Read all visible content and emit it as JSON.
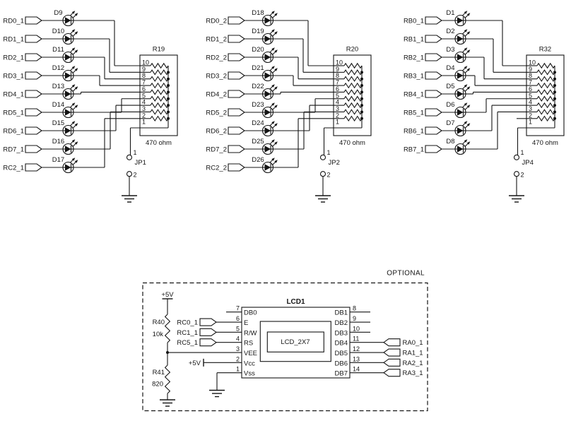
{
  "page": {
    "background": "#ffffff",
    "ink": "#151515"
  },
  "resistor_pin_labels": [
    "10",
    "9",
    "8",
    "7",
    "6",
    "5",
    "4",
    "3",
    "2",
    "1"
  ],
  "banks": [
    {
      "ref": "R19",
      "value": "470 ohm",
      "jumper": {
        "ref": "JP1",
        "pin1": "1",
        "pin2": "2"
      },
      "rows": [
        {
          "input": "RD0_1",
          "led": "D9"
        },
        {
          "input": "RD1_1",
          "led": "D10"
        },
        {
          "input": "RD2_1",
          "led": "D11"
        },
        {
          "input": "RD3_1",
          "led": "D12"
        },
        {
          "input": "RD4_1",
          "led": "D13"
        },
        {
          "input": "RD5_1",
          "led": "D14"
        },
        {
          "input": "RD6_1",
          "led": "D15"
        },
        {
          "input": "RD7_1",
          "led": "D16"
        },
        {
          "input": "RC2_1",
          "led": "D17"
        }
      ]
    },
    {
      "ref": "R20",
      "value": "470 ohm",
      "jumper": {
        "ref": "JP2",
        "pin1": "1",
        "pin2": "2"
      },
      "rows": [
        {
          "input": "RD0_2",
          "led": "D18"
        },
        {
          "input": "RD1_2",
          "led": "D19"
        },
        {
          "input": "RD2_2",
          "led": "D20"
        },
        {
          "input": "RD3_2",
          "led": "D21"
        },
        {
          "input": "RD4_2",
          "led": "D22"
        },
        {
          "input": "RD5_2",
          "led": "D23"
        },
        {
          "input": "RD6_2",
          "led": "D24"
        },
        {
          "input": "RD7_2",
          "led": "D25"
        },
        {
          "input": "RC2_2",
          "led": "D26"
        }
      ]
    },
    {
      "ref": "R32",
      "value": "470 ohm",
      "jumper": {
        "ref": "JP4",
        "pin1": "1",
        "pin2": "2"
      },
      "unconnected_pin": "2",
      "rows": [
        {
          "input": "RB0_1",
          "led": "D1"
        },
        {
          "input": "RB1_1",
          "led": "D2"
        },
        {
          "input": "RB2_1",
          "led": "D3"
        },
        {
          "input": "RB3_1",
          "led": "D4"
        },
        {
          "input": "RB4_1",
          "led": "D5"
        },
        {
          "input": "RB5_1",
          "led": "D6"
        },
        {
          "input": "RB6_1",
          "led": "D7"
        },
        {
          "input": "RB7_1",
          "led": "D8"
        }
      ]
    }
  ],
  "lcd_section": {
    "label": "OPTIONAL",
    "ic": {
      "ref": "LCD1",
      "part": "LCD_2X7"
    },
    "top_supply": "+5V",
    "vcc_supply": "+5V",
    "pullup": {
      "ref": "R40",
      "value": "10k"
    },
    "pulldown": {
      "ref": "R41",
      "value": "820"
    },
    "left_pins": [
      {
        "num": "7",
        "name": "DB0"
      },
      {
        "num": "6",
        "name": "E",
        "input": "RC0_1"
      },
      {
        "num": "5",
        "name": "R/W",
        "input": "RC1_1"
      },
      {
        "num": "4",
        "name": "RS",
        "input": "RC5_1"
      },
      {
        "num": "3",
        "name": "VEE"
      },
      {
        "num": "2",
        "name": "Vcc"
      },
      {
        "num": "1",
        "name": "Vss"
      }
    ],
    "right_pins": [
      {
        "num": "8",
        "name": "DB1"
      },
      {
        "num": "9",
        "name": "DB2"
      },
      {
        "num": "10",
        "name": "DB3"
      },
      {
        "num": "11",
        "name": "DB4",
        "output": "RA0_1"
      },
      {
        "num": "12",
        "name": "DB5",
        "output": "RA1_1"
      },
      {
        "num": "13",
        "name": "DB6",
        "output": "RA2_1"
      },
      {
        "num": "14",
        "name": "DB7",
        "output": "RA3_1"
      }
    ]
  }
}
